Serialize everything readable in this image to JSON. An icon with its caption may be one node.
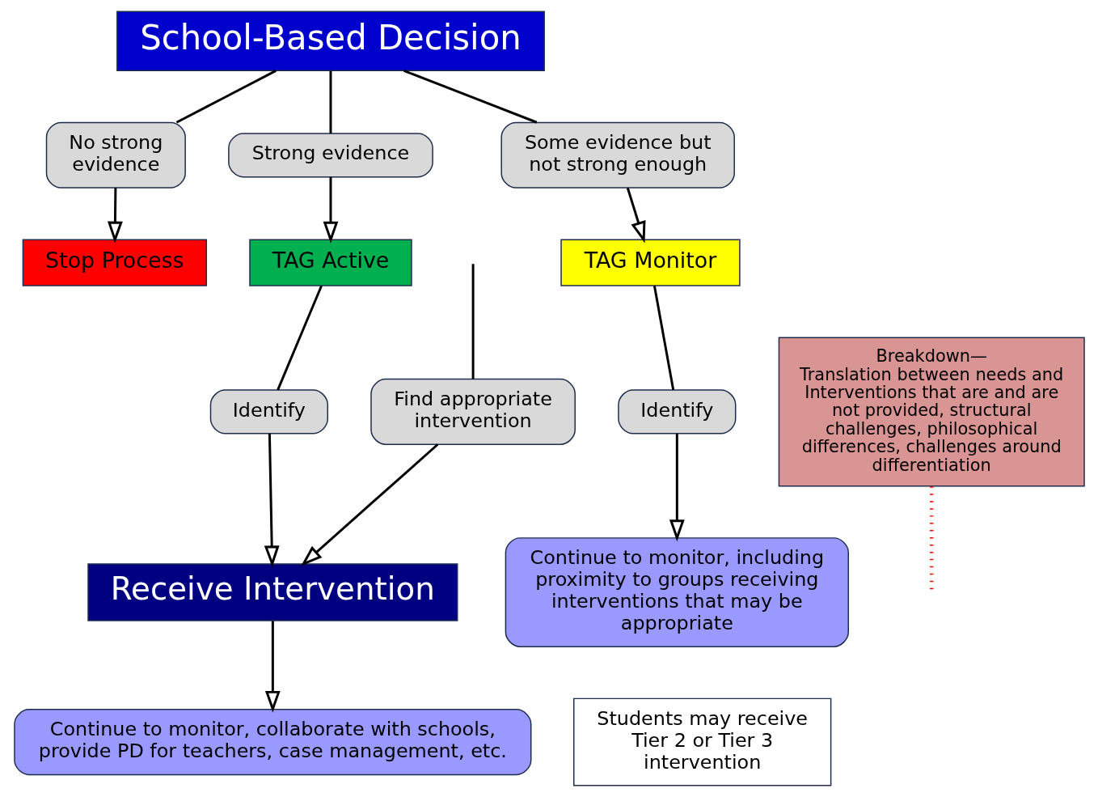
{
  "diagram": {
    "nodes": [
      {
        "text": [
          "School-Based Decision"
        ]
      },
      {
        "text": [
          "No strong evidence"
        ]
      },
      {
        "text": [
          "Strong evidence"
        ]
      },
      {
        "text": [
          "Some evidence but not strong enough"
        ]
      },
      {
        "text": [
          "Stop Process"
        ]
      },
      {
        "text": [
          "TAG Active"
        ]
      },
      {
        "text": [
          "TAG Monitor"
        ]
      },
      {
        "text": [
          "Identify"
        ]
      },
      {
        "text": [
          "Breakdown—",
          "Translation between needs and Interventions that are and are not provided, structural challenges, philosophical differences, challenges around differentiation"
        ]
      },
      {
        "text": [
          "Identify"
        ]
      },
      {
        "text": [
          "Continue to monitor, including proximity to groups receiving interventions that may be appropriate"
        ]
      },
      {
        "text": [
          "Receive Intervention"
        ]
      },
      {
        "text": [
          "Find appropriate intervention"
        ]
      },
      {
        "text": [
          "Continue to monitor, collaborate with schools, provide PD for teachers, case management, etc."
        ]
      },
      {
        "text": [
          "Students may receive Tier 2 or Tier 3 intervention"
        ]
      }
    ],
    "edges": [
      {
        "from": 0,
        "to": 1,
        "arrow": "none"
      },
      {
        "from": 1,
        "to": 4,
        "arrow": "to"
      },
      {
        "from": 0,
        "to": 2,
        "arrow": "none"
      },
      {
        "from": 2,
        "to": 5,
        "arrow": "to"
      },
      {
        "from": 0,
        "to": 3,
        "arrow": "none"
      },
      {
        "from": 3,
        "to": 6,
        "arrow": "to"
      },
      {
        "from": 6,
        "to": 7,
        "arrow": "none"
      },
      {
        "from": 7,
        "to": 10,
        "arrow": "to"
      },
      {
        "from": 5,
        "to": 9,
        "arrow": "none"
      },
      {
        "from": 9,
        "to": 11,
        "arrow": "to"
      },
      {
        "from": null,
        "to": 12,
        "arrow": "none"
      },
      {
        "from": 12,
        "to": 11,
        "arrow": "to"
      },
      {
        "from": 11,
        "to": 13,
        "arrow": "to"
      },
      {
        "from": 8,
        "to": null,
        "arrow": "none",
        "style": "dashed",
        "color": "#ff0000"
      }
    ]
  }
}
